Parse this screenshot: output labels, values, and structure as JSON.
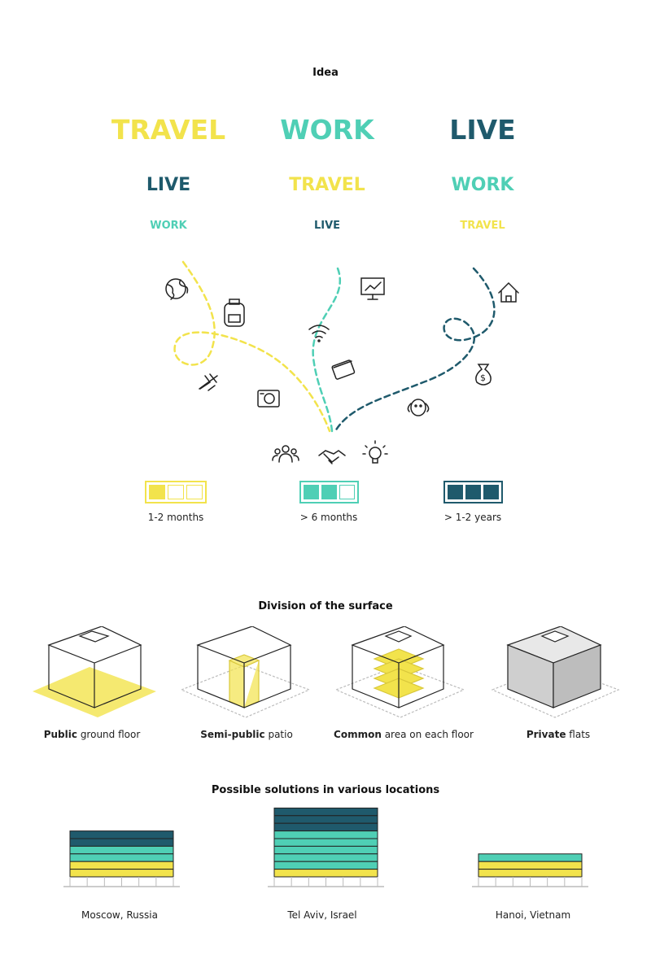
{
  "colors": {
    "yellow": "#f2e34c",
    "teal": "#4fcfb5",
    "dark": "#1f5a6c"
  },
  "idea": {
    "title": "Idea",
    "columns": [
      {
        "big": "TRAVEL",
        "mid": "LIVE",
        "small": "WORK",
        "duration": "1-2 months",
        "filled": 1
      },
      {
        "big": "WORK",
        "mid": "TRAVEL",
        "small": "LIVE",
        "duration": "> 6 months",
        "filled": 2
      },
      {
        "big": "LIVE",
        "mid": "WORK",
        "small": "TRAVEL",
        "duration": "> 1-2 years",
        "filled": 3
      }
    ]
  },
  "division": {
    "title": "Division of the surface",
    "items": [
      {
        "bold": "Public",
        "rest": " ground floor"
      },
      {
        "bold": "Semi-public",
        "rest": " patio"
      },
      {
        "bold": "Common",
        "rest": " area on each floor"
      },
      {
        "bold": "Private",
        "rest": " flats"
      }
    ]
  },
  "solutions": {
    "title": "Possible solutions in various locations",
    "buildings": [
      {
        "location": "Moscow, Russia",
        "floors_top_down": [
          "dark",
          "dark",
          "teal",
          "teal",
          "yellow",
          "yellow"
        ]
      },
      {
        "location": "Tel Aviv, Israel",
        "floors_top_down": [
          "dark",
          "dark",
          "dark",
          "teal",
          "teal",
          "teal",
          "teal",
          "teal",
          "yellow"
        ]
      },
      {
        "location": "Hanoi, Vietnam",
        "floors_top_down": [
          "teal",
          "yellow",
          "yellow"
        ]
      }
    ]
  }
}
